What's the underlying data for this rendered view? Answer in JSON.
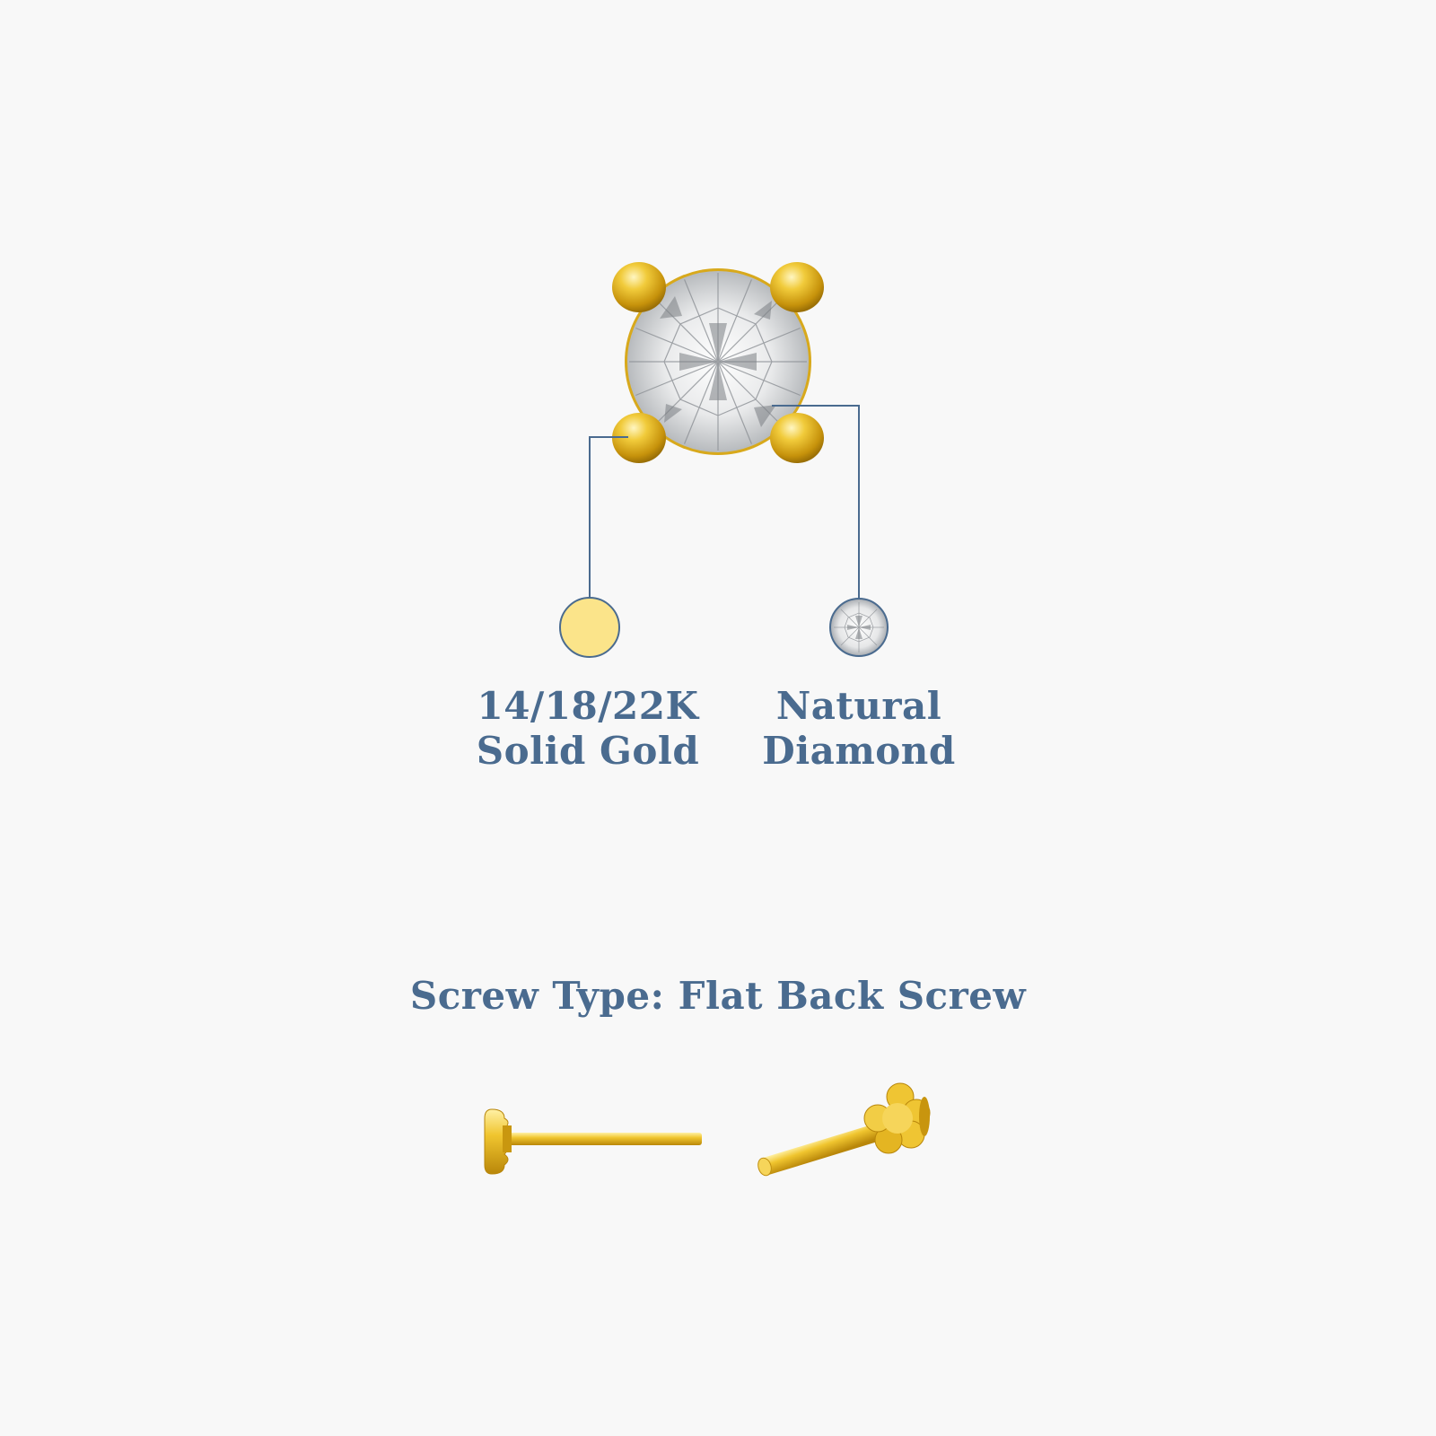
{
  "materials": [
    {
      "line1": "14/18/22K",
      "line2": "Solid Gold",
      "swatch": "gold-swatch"
    },
    {
      "line1": "Natural",
      "line2": "Diamond",
      "swatch": "diamond-swatch"
    }
  ],
  "screw": {
    "title": "Screw Type: Flat Back Screw"
  },
  "colors": {
    "background": "#f8f8f8",
    "text": "#4a6b8f",
    "leader": "#4a6b8f",
    "gold_swatch": "#fbe48a",
    "gold": "#e2b419"
  }
}
